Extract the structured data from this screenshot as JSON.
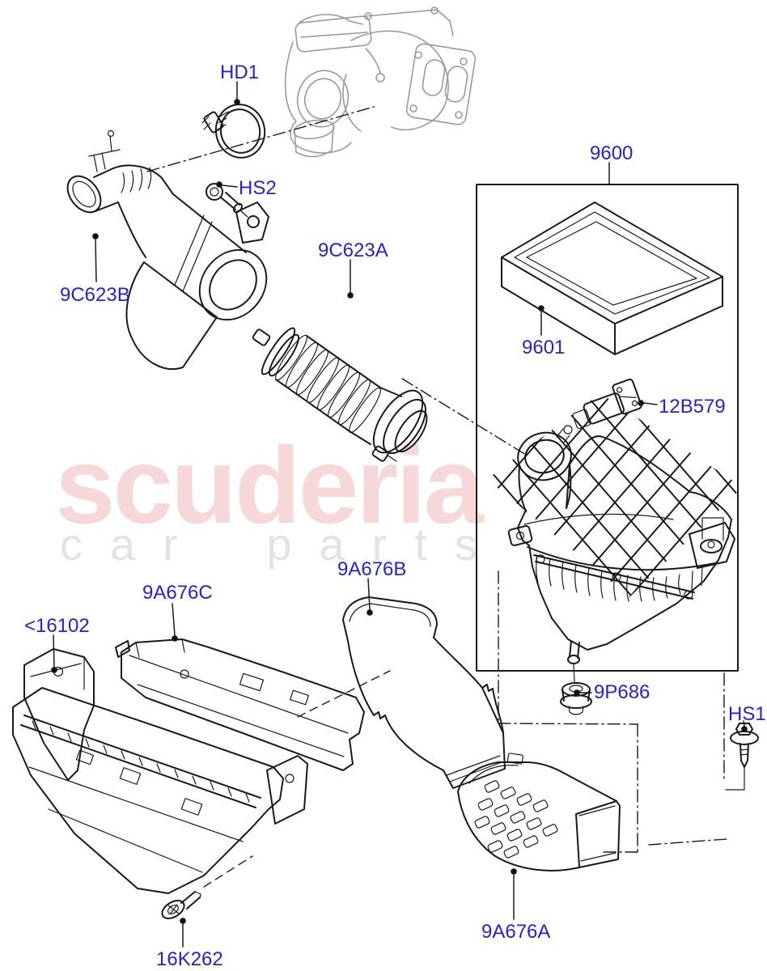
{
  "watermark": {
    "brand": "scuderia",
    "tagline": "car parts"
  },
  "labels": {
    "hd1": "HD1",
    "hs2": "HS2",
    "kit_9600": "9600",
    "pipe_9c623b": "9C623B",
    "hose_9c623a": "9C623A",
    "filter_9601": "9601",
    "maf_12b579": "12B579",
    "duct_9a676c": "9A676C",
    "duct_9a676b": "9A676B",
    "panel_16102": "<16102",
    "grommet_9p686": "9P686",
    "hs1": "HS1",
    "duct_9a676a": "9A676A",
    "screw_16k262": "16K262"
  },
  "colors": {
    "label": "#2222dd",
    "line": "#1a1a1a",
    "reference_part": "#9a9a9a",
    "watermark_brand": "#f7d8d8",
    "watermark_tagline": "#e3e3e3",
    "checker": "#e4e4e4",
    "background": "#ffffff"
  }
}
